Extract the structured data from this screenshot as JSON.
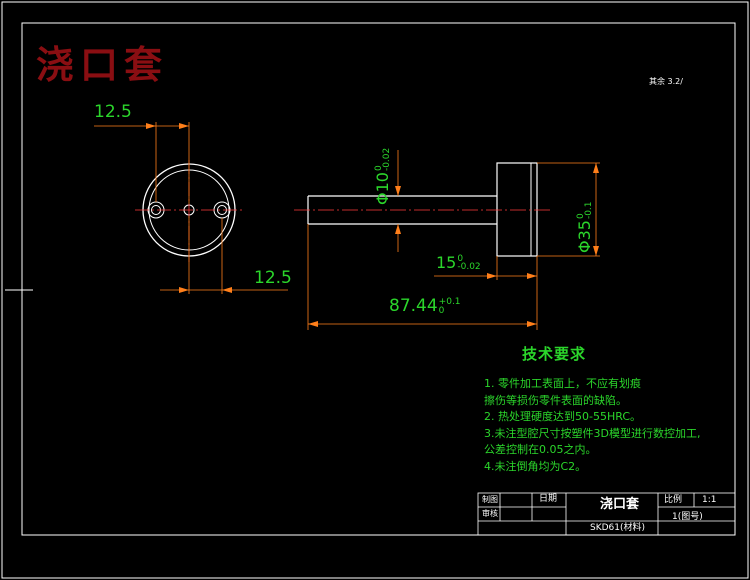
{
  "drawing_title": "浇口套",
  "roughness_note": "其余 3.2/",
  "dimensions": {
    "end_view_top": "12.5",
    "end_view_bottom": "12.5",
    "pin_diameter": "Φ10",
    "pin_diameter_upper": "0",
    "pin_diameter_lower": "-0.02",
    "head_diameter": "Φ35",
    "head_diameter_upper": "0",
    "head_diameter_lower": "-0.1",
    "head_length": "15",
    "head_length_upper": "0",
    "head_length_lower": "-0.02",
    "total_length": "87.44",
    "total_length_upper": "+0.1",
    "total_length_lower": "0"
  },
  "tech_requirements": {
    "title": "技术要求",
    "lines": [
      "1. 零件加工表面上，不应有划痕",
      "擦伤等损伤零件表面的缺陷。",
      "2. 热处理硬度达到50-55HRC。",
      "3.未注型腔尺寸按塑件3D模型进行数控加工,",
      "公差控制在0.05之内。",
      "4.未注倒角均为C2。"
    ]
  },
  "title_block": {
    "design_label": "制图",
    "check_label": "审核",
    "date_label": "日期",
    "part_name": "浇口套",
    "material": "SKD61(材料)",
    "scale_label": "比例",
    "scale_value": "1:1",
    "quantity": "1(图号)"
  },
  "colors": {
    "outline": "#ffffff",
    "dimension": "#ff7f1a",
    "dimension_text": "#2bd62b",
    "center_line": "#ff3b3b",
    "title_red": "#8a0e12",
    "notes": "#2bd62b"
  }
}
